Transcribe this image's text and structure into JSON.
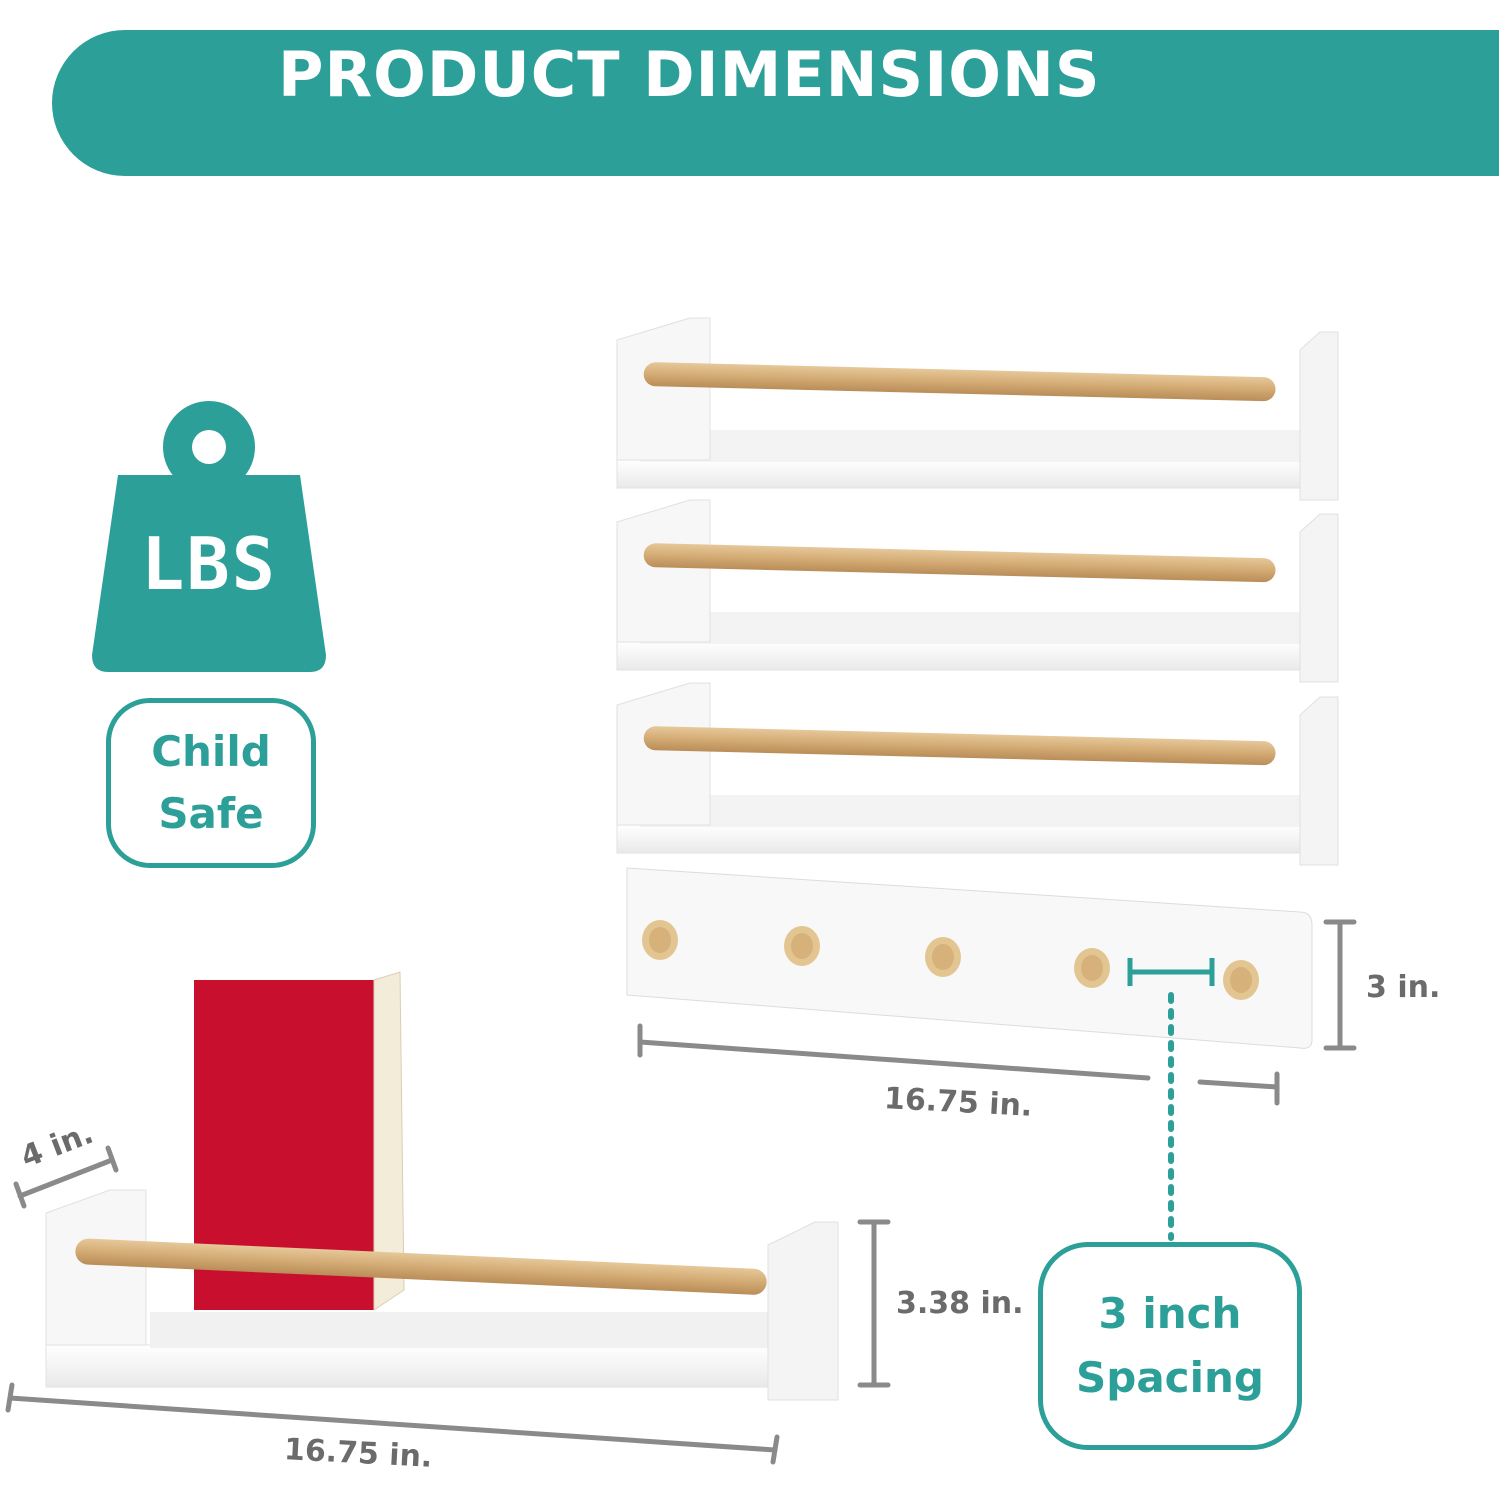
{
  "header": {
    "title": "PRODUCT DIMENSIONS"
  },
  "badges": {
    "weight_label": "LBS",
    "child_safe_line1": "Child",
    "child_safe_line2": "Safe",
    "spacing_line1": "3 inch",
    "spacing_line2": "Spacing"
  },
  "dimensions": {
    "hook_rack_height": "3 in.",
    "hook_rack_width": "16.75 in.",
    "shelf_depth": "4 in.",
    "shelf_height": "3.38 in.",
    "shelf_width": "16.75 in."
  },
  "colors": {
    "accent": "#2b9f98",
    "dimension_gray": "#8a8a8a",
    "wood": "#d9b584",
    "book_red": "#c8102e"
  },
  "icons": [
    "weight-icon",
    "shelf-image",
    "hook-rack-image",
    "book-image"
  ]
}
